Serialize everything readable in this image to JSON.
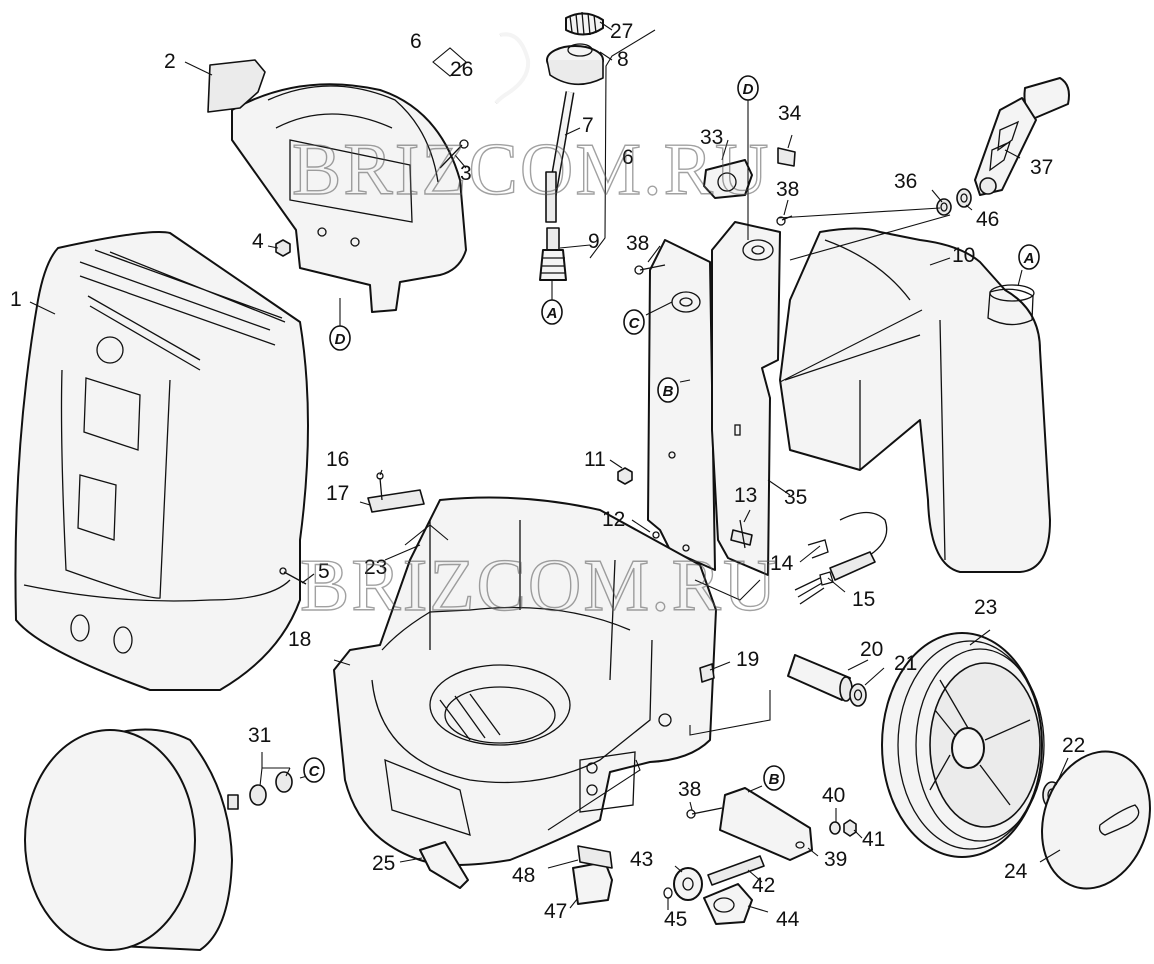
{
  "watermarks": [
    "BRIZCOM.RU",
    "BRIZCOM.RU"
  ],
  "callouts": [
    "1",
    "2",
    "3",
    "4",
    "5",
    "6",
    "26",
    "27",
    "8",
    "7",
    "6",
    "9",
    "10",
    "11",
    "12",
    "13",
    "14",
    "15",
    "16",
    "17",
    "23",
    "18",
    "19",
    "20",
    "21",
    "23",
    "22",
    "24",
    "25",
    "31",
    "33",
    "34",
    "35",
    "36",
    "37",
    "38",
    "38",
    "38",
    "39",
    "40",
    "41",
    "42",
    "43",
    "44",
    "45",
    "46",
    "47",
    "48"
  ],
  "refs": [
    "A",
    "A",
    "B",
    "B",
    "C",
    "C",
    "D",
    "D"
  ]
}
